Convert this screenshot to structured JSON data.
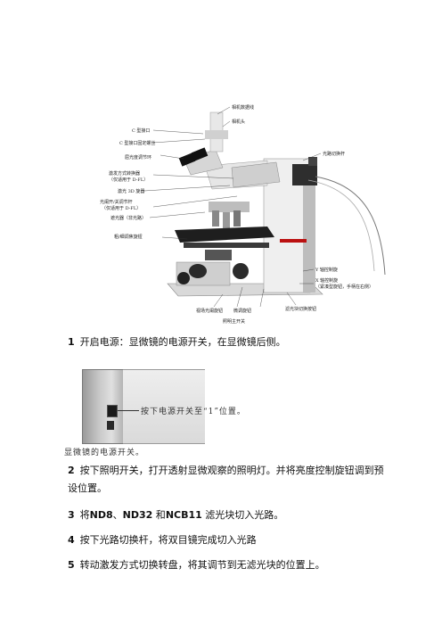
{
  "figure1": {
    "callouts": {
      "c_port": "C 型接口",
      "c_port_adjust": "C 型接口固定螺丝",
      "bright_adjust": "屈光度调节环",
      "fluor_switch": "激发方式转换器",
      "fluor_switch_note": "（仅适用于 D-FL）",
      "laser_3d": "激光 3D 旋器",
      "fl_filter": "光阑开/关调节杆",
      "fl_filter_note": "（仅适用于 D-FL）",
      "laser_blocker": "遮光器（非光路）",
      "focus_knob": "粗/细调焦旋钮",
      "camera_cable": "相机数据线",
      "camera_head": "相机头",
      "light_switch": "光路切换杆",
      "y_knob": "Y 轴控制旋",
      "x_knob": "X 轴控制旋",
      "x_knob_note": "（紧凑型旋钮，手柄在右侧）",
      "bottom_lamp": "视场光阑旋钮",
      "bottom_focus": "微调旋钮",
      "bottom_main": "照明主开关",
      "light_control": "滤光块切换按钮"
    }
  },
  "steps": {
    "s1_num": "1",
    "s1_text": "开启电源：显微镜的电源开关，在显微镜后侧。",
    "s2_num": "2",
    "s2_text": "按下照明开关，打开透射显微观察的照明灯。并将亮度控制旋钮调到预设位置。",
    "s3_num": "3",
    "s3_pre": "将",
    "s3_b1": "ND8",
    "s3_sep1": "、",
    "s3_b2": "ND32",
    "s3_mid": " 和",
    "s3_b3": "NCB11",
    "s3_post": " 滤光块切入光路。",
    "s4_num": "4",
    "s4_text": "按下光路切换杆，将双目镜完成切入光路",
    "s5_num": "5",
    "s5_text": "转动激发方式切换转盘，将其调节到无滤光块的位置上。"
  },
  "figure2": {
    "caption_right": "按下电源开关至“1”位置。",
    "caption_bottom": "显微镜的电源开关。"
  }
}
